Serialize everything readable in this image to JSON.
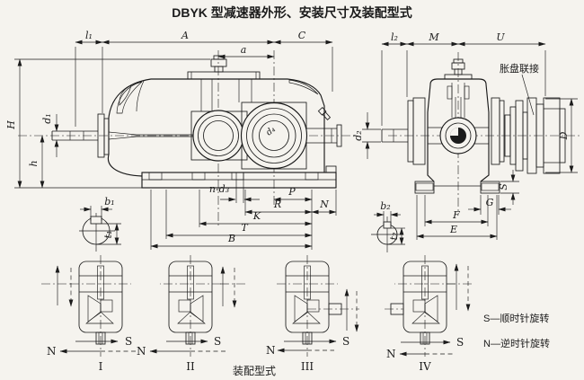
{
  "title": "DBYK 型减速器外形、安装尺寸及装配型式",
  "colors": {
    "ink": "#1b1b1b",
    "paper": "#f5f3ee"
  },
  "side_view": {
    "dim_l1": "l₁",
    "dim_A": "A",
    "dim_a": "a",
    "dim_C": "C",
    "dim_H": "H",
    "dim_d1": "d₁",
    "dim_h": "h",
    "dim_d4": "d₄",
    "dim_n_d3": "n-d₃",
    "dim_P": "P",
    "dim_R": "R",
    "dim_N": "N",
    "dim_K": "K",
    "dim_T": "T",
    "dim_B": "B",
    "key_section": {
      "dim_b1": "b₁",
      "dim_t1": "t₁"
    }
  },
  "end_view": {
    "dim_l2": "l₂",
    "dim_M": "M",
    "dim_U": "U",
    "coupling_label": "胀盘联接",
    "dim_d2": "d₂",
    "dim_D": "D",
    "dim_S": "S",
    "dim_G": "G",
    "dim_F": "F",
    "dim_E": "E",
    "key_section": {
      "dim_b2": "b₂",
      "dim_t2": "t₂"
    }
  },
  "assembly": {
    "caption": "装配型式",
    "shaft_cw": "S",
    "shaft_ccw": "N",
    "variants": [
      {
        "numeral": "I"
      },
      {
        "numeral": "II"
      },
      {
        "numeral": "III"
      },
      {
        "numeral": "IV"
      }
    ]
  },
  "legend": {
    "cw_note": "S—顺时针旋转",
    "ccw_note": "N—逆时针旋转"
  }
}
